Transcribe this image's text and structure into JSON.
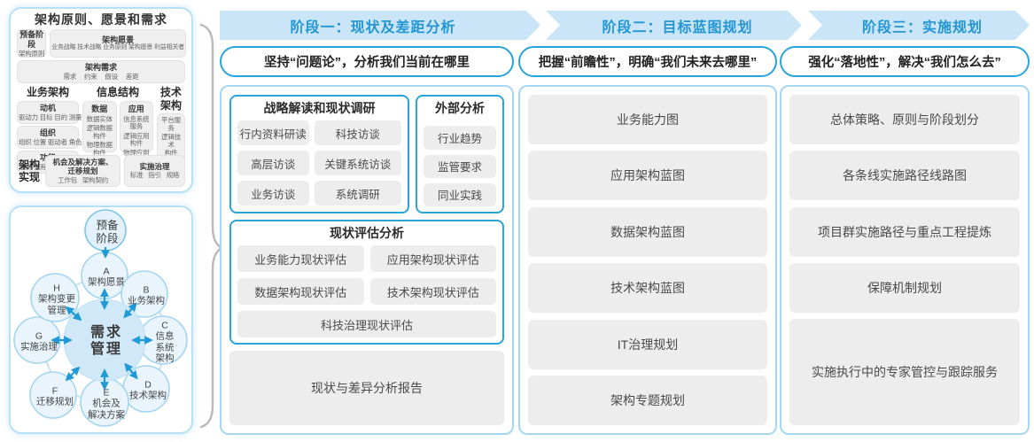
{
  "colors": {
    "band_bg": "#c9e5f7",
    "band_text": "#2496d3",
    "blue_border": "#29a3dc",
    "container_border": "#a6d7f2",
    "gray_box": "#ededed",
    "arrow_blue": "#1f9ad6",
    "panel_border": "#b6e0f6",
    "circle_fill": "#e9f4fc",
    "center_circle_fill": "#d0e8f7"
  },
  "left_panel": {
    "title": "架构原则、愿景和需求",
    "prep": {
      "title": "预备阶段",
      "sub": "架构原则"
    },
    "vision": {
      "title": "架构愿景",
      "sub": "业务战略 技术战略 业务原则 架构愿景 利益相关者"
    },
    "requirement": {
      "title": "架构需求",
      "sub": "需求 约束 假设 差距"
    },
    "business": {
      "header": "业务架构",
      "boxes": [
        {
          "title": "动机",
          "sub": "驱动力 目标 目的 测量"
        },
        {
          "title": "组织",
          "sub": "组织 位置 驱动者 角色"
        },
        {
          "title": "功能",
          "sub": "服务 流程 控制 功能"
        }
      ]
    },
    "information": {
      "header": "信息结构",
      "data_box": {
        "title": "数据",
        "items": [
          "数据实体",
          "逻辑数据\n构件",
          "物理数据\n构件"
        ]
      },
      "app_box": {
        "title": "应用",
        "items": [
          "信息系统\n服务",
          "逻辑应用\n构件",
          "物理应用\n构件"
        ]
      }
    },
    "technology": {
      "header": "技术架构",
      "items": [
        "平台服务",
        "逻辑技术\n构件",
        "物理技术\n构件"
      ]
    },
    "impl": {
      "label": "架构\n实现",
      "box1": {
        "title": "机会及解决方案、\n迁移规划",
        "sub": "工作包 架构契约"
      },
      "box2": {
        "title": "实施治理",
        "sub": "标准 指引 规格"
      }
    }
  },
  "cycle": {
    "prep": "预备\n阶段",
    "center": "需求\n管理",
    "a": "A\n架构愿景",
    "b": "B\n业务架构",
    "c": "C\n信息系统\n架构",
    "d": "D\n技术架构",
    "e": "E\n机会及\n解决方案",
    "f": "F\n迁移规划",
    "g": "G\n实施治理",
    "h": "H\n架构变更\n管理"
  },
  "phases": [
    {
      "header": "阶段一：现状及差距分析",
      "subtitle": "坚持“问题论”，分析我们当前在哪里",
      "strategy": {
        "title": "战略解读和现状调研",
        "items": [
          "行内资料研读",
          "科技访谈",
          "高层访谈",
          "关键系统访谈",
          "业务访谈",
          "系统调研"
        ]
      },
      "external": {
        "title": "外部分析",
        "items": [
          "行业趋势",
          "监管要求",
          "同业实践"
        ]
      },
      "assessment": {
        "title": "现状评估分析",
        "items": [
          "业务能力现状评估",
          "应用架构现状评估",
          "数据架构现状评估",
          "技术架构现状评估"
        ],
        "full": "科技治理现状评估"
      },
      "report": "现状与差异分析报告"
    },
    {
      "header": "阶段二：目标蓝图规划",
      "subtitle": "把握“前瞻性”，明确“我们未来去哪里”",
      "boxes": [
        "业务能力图",
        "应用架构蓝图",
        "数据架构蓝图",
        "技术架构蓝图",
        "IT治理规划",
        "架构专题规划"
      ]
    },
    {
      "header": "阶段三：实施规划",
      "subtitle": "强化“落地性”，解决“我们怎么去”",
      "boxes": [
        "总体策略、原则与阶段划分",
        "各条线实施路径线路图",
        "项目群实施路径与重点工程提炼",
        "保障机制规划",
        "实施执行中的专家管控与跟踪服务"
      ]
    }
  ]
}
